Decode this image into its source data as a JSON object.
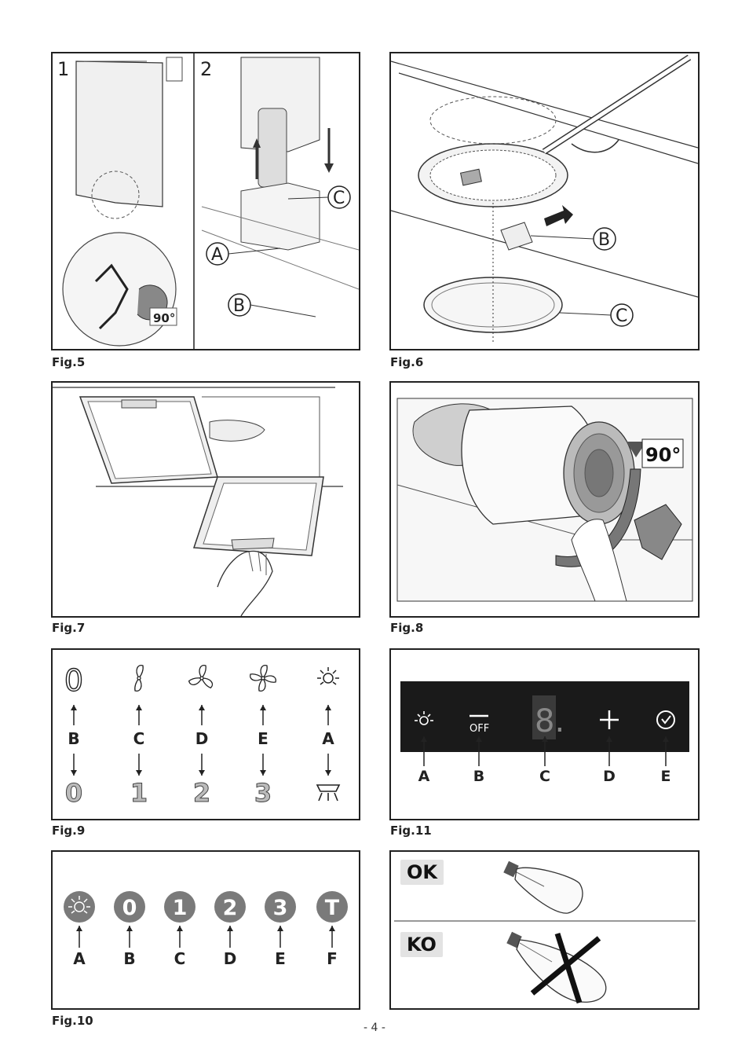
{
  "figures": {
    "fig5": {
      "caption": "Fig.5",
      "step1": "1",
      "step2": "2",
      "angle": "90°",
      "labels": {
        "a": "A",
        "b": "B",
        "c": "C"
      }
    },
    "fig6": {
      "caption": "Fig.6",
      "labels": {
        "b": "B",
        "c": "C"
      }
    },
    "fig7": {
      "caption": "Fig.7"
    },
    "fig8": {
      "caption": "Fig.8",
      "angle": "90°"
    },
    "fig9": {
      "caption": "Fig.9",
      "columns": [
        {
          "icon": "power-off-icon",
          "label": "B",
          "value": "0"
        },
        {
          "icon": "fan-speed-1-icon",
          "label": "C",
          "value": "1"
        },
        {
          "icon": "fan-speed-2-icon",
          "label": "D",
          "value": "2"
        },
        {
          "icon": "fan-speed-3-icon",
          "label": "E",
          "value": "3"
        },
        {
          "icon": "light-icon",
          "label": "A",
          "value": ""
        }
      ]
    },
    "fig10": {
      "caption": "Fig.10",
      "buttons": [
        {
          "icon": "light-icon",
          "glyph": "",
          "label": "A"
        },
        {
          "icon": "",
          "glyph": "0",
          "label": "B"
        },
        {
          "icon": "",
          "glyph": "1",
          "label": "C"
        },
        {
          "icon": "",
          "glyph": "2",
          "label": "D"
        },
        {
          "icon": "",
          "glyph": "3",
          "label": "E"
        },
        {
          "icon": "",
          "glyph": "T",
          "label": "F"
        }
      ]
    },
    "fig11": {
      "caption": "Fig.11",
      "off_text": "OFF",
      "display_digit": "8.",
      "labels": [
        "A",
        "B",
        "C",
        "D",
        "E"
      ]
    },
    "bulbs": {
      "ok": "OK",
      "ko": "KO"
    }
  },
  "page_number": "- 4 -",
  "colors": {
    "stroke": "#222222",
    "panel_bg": "#1a1a1a",
    "circle_btn": "#7a7a7a"
  }
}
